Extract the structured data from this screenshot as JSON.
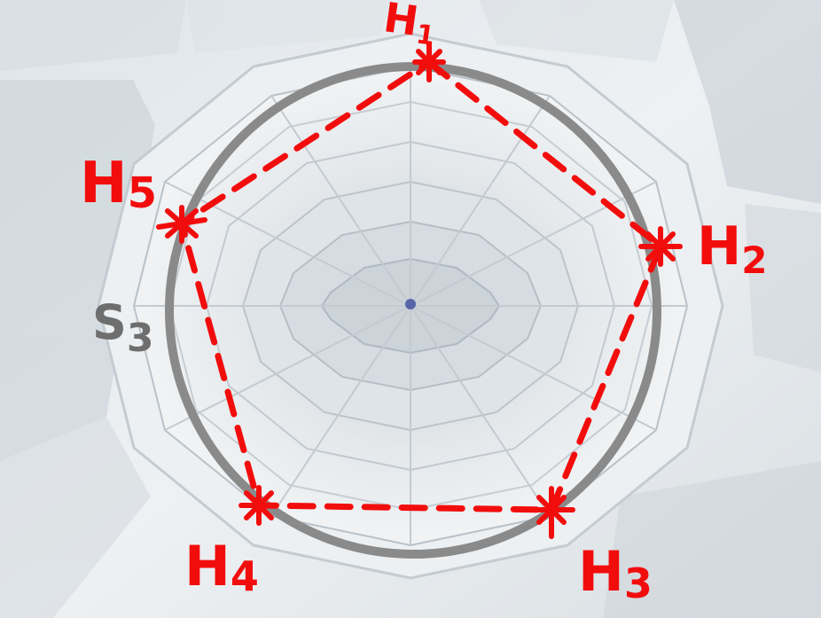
{
  "photo": {
    "subject": "aerial view looking down into a honeycomb-like building"
  },
  "overlay": {
    "circle_label": {
      "main": "S",
      "sub": "3"
    },
    "vertices": [
      {
        "main": "H",
        "sub": "1"
      },
      {
        "main": "H",
        "sub": "2"
      },
      {
        "main": "H",
        "sub": "3"
      },
      {
        "main": "H",
        "sub": "4"
      },
      {
        "main": "H",
        "sub": "5"
      }
    ],
    "colors": {
      "circle": "#8a8a8a",
      "pentagon": "#f20d0d",
      "circle_label": "#6e6e6e"
    }
  }
}
